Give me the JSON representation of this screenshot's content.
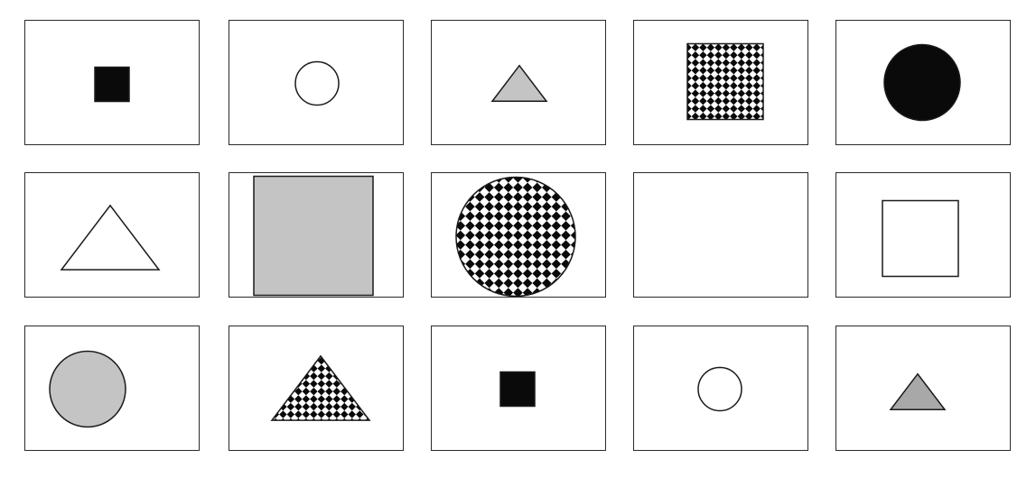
{
  "colors": {
    "black": "#0a0a0a",
    "white": "#ffffff",
    "gray": "#c4c4c4",
    "gray_dark": "#a8a8a8",
    "outline": "#1a1a1a"
  },
  "rows": [
    {
      "cards": [
        {
          "shape": "square",
          "fill": "black",
          "size": "small"
        },
        {
          "shape": "circle",
          "fill": "white",
          "size": "small"
        },
        {
          "shape": "triangle",
          "fill": "gray",
          "size": "small"
        },
        {
          "shape": "square",
          "fill": "checkered",
          "size": "medium"
        },
        {
          "shape": "circle",
          "fill": "black",
          "size": "medium"
        }
      ]
    },
    {
      "cards": [
        {
          "shape": "triangle",
          "fill": "white",
          "size": "medium"
        },
        {
          "shape": "square",
          "fill": "gray",
          "size": "large"
        },
        {
          "shape": "circle",
          "fill": "checkered",
          "size": "large"
        },
        {
          "shape": "none",
          "fill": "none",
          "size": "none"
        },
        {
          "shape": "square",
          "fill": "white",
          "size": "medium"
        }
      ]
    },
    {
      "cards": [
        {
          "shape": "circle",
          "fill": "gray",
          "size": "medium"
        },
        {
          "shape": "triangle",
          "fill": "checkered",
          "size": "medium"
        },
        {
          "shape": "square",
          "fill": "black",
          "size": "small"
        },
        {
          "shape": "circle",
          "fill": "white",
          "size": "small"
        },
        {
          "shape": "triangle",
          "fill": "gray_dark",
          "size": "small"
        }
      ]
    }
  ]
}
